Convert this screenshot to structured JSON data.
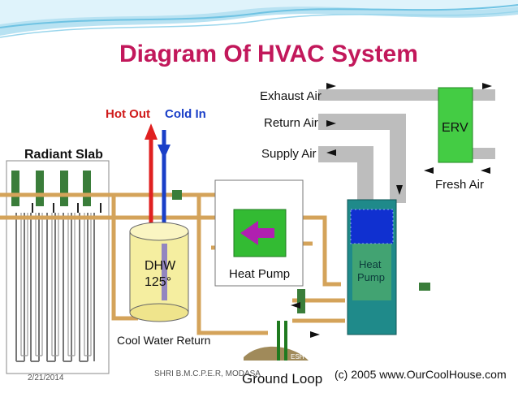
{
  "slide": {
    "title": "Diagram Of HVAC System",
    "footer_date": "2/21/2014",
    "footer_institution": "SHRI B.M.C.P.E.R, MODASA"
  },
  "diagram": {
    "labels": {
      "radiant_slab": "Radiant Slab",
      "hot_out": "Hot Out",
      "cold_in": "Cold In",
      "dhw_line1": "DHW",
      "dhw_line2": "125°",
      "heat_pump": "Heat Pump",
      "heat_pump_unit_line1": "Heat",
      "heat_pump_unit_line2": "Pump",
      "cool_water_return": "Cool Water Return",
      "ground_loop": "Ground Loop",
      "exhaust_air": "Exhaust Air",
      "return_air": "Return Air",
      "supply_air": "Supply Air",
      "erv": "ERV",
      "fresh_air": "Fresh Air",
      "copyright": "(c) 2005  www.OurCoolHouse.com",
      "small_tag": "ESH"
    },
    "colors": {
      "title": "#c2185b",
      "pipe": "#d4a35a",
      "hot": "#e02020",
      "cold": "#1a3fc8",
      "duct": "#bdbdbd",
      "erv": "#44cc44",
      "heat_pump_unit": "#1f8a8a",
      "heat_exchanger": "#33bb33",
      "tank": "#f5eea0"
    }
  }
}
